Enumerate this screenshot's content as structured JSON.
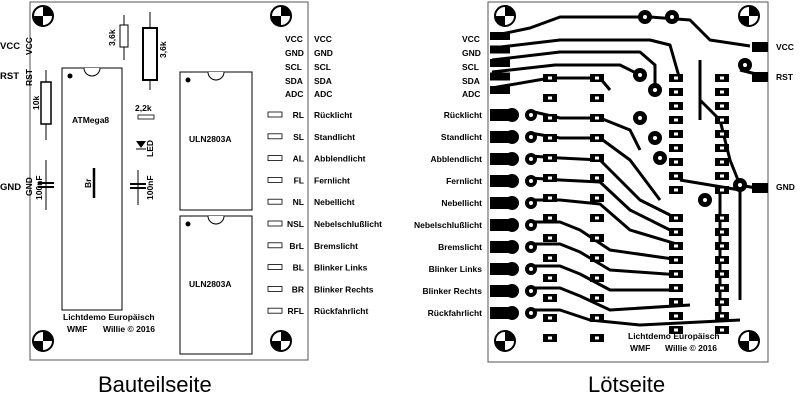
{
  "left_board": {
    "side_labels": [
      "VCC",
      "RST",
      "GND"
    ],
    "top_labels": [
      "VCC",
      "GND",
      "SCL",
      "SDA",
      "ADC"
    ],
    "components": {
      "mcu": "ATMega8",
      "driver_1": "ULN2803A",
      "driver_2": "ULN2803A",
      "res_1": "3,6k",
      "res_2": "3,6k",
      "res_10k": "10k",
      "res_2k2": "2,2k",
      "led": "LED",
      "cap_1": "100nF",
      "cap_2": "100nF",
      "br": "Br",
      "gnd_left": "GND",
      "rst_left": "RST",
      "vcc_left": "VCC"
    },
    "channels": [
      {
        "code": "RL",
        "name": "Rücklicht"
      },
      {
        "code": "SL",
        "name": "Standlicht"
      },
      {
        "code": "AL",
        "name": "Abblendlicht"
      },
      {
        "code": "FL",
        "name": "Fernlicht"
      },
      {
        "code": "NL",
        "name": "Nebellicht"
      },
      {
        "code": "NSL",
        "name": "Nebelschlußlicht"
      },
      {
        "code": "BrL",
        "name": "Bremslicht"
      },
      {
        "code": "BL",
        "name": "Blinker Links"
      },
      {
        "code": "BR",
        "name": "Blinker Rechts"
      },
      {
        "code": "RFL",
        "name": "Rückfahrlicht"
      }
    ],
    "footer_line1": "Lichtdemo Europäisch",
    "footer_line2_a": "WMF",
    "footer_line2_b": "Willie © 2016"
  },
  "right_board": {
    "top_labels": [
      "VCC",
      "GND",
      "SCL",
      "SDA",
      "ADC"
    ],
    "channels": [
      "Rücklicht",
      "Standlicht",
      "Abblendlicht",
      "Fernlicht",
      "Nebellicht",
      "Nebelschlußlicht",
      "Bremslicht",
      "Blinker Links",
      "Blinker Rechts",
      "Rückfahrlicht"
    ],
    "side_labels": [
      "VCC",
      "RST",
      "GND"
    ],
    "footer_line1": "Lichtdemo Europäisch",
    "footer_line2_a": "WMF",
    "footer_line2_b": "Willie © 2016"
  },
  "captions": {
    "left": "Bauteilseite",
    "right": "Lötseite"
  }
}
